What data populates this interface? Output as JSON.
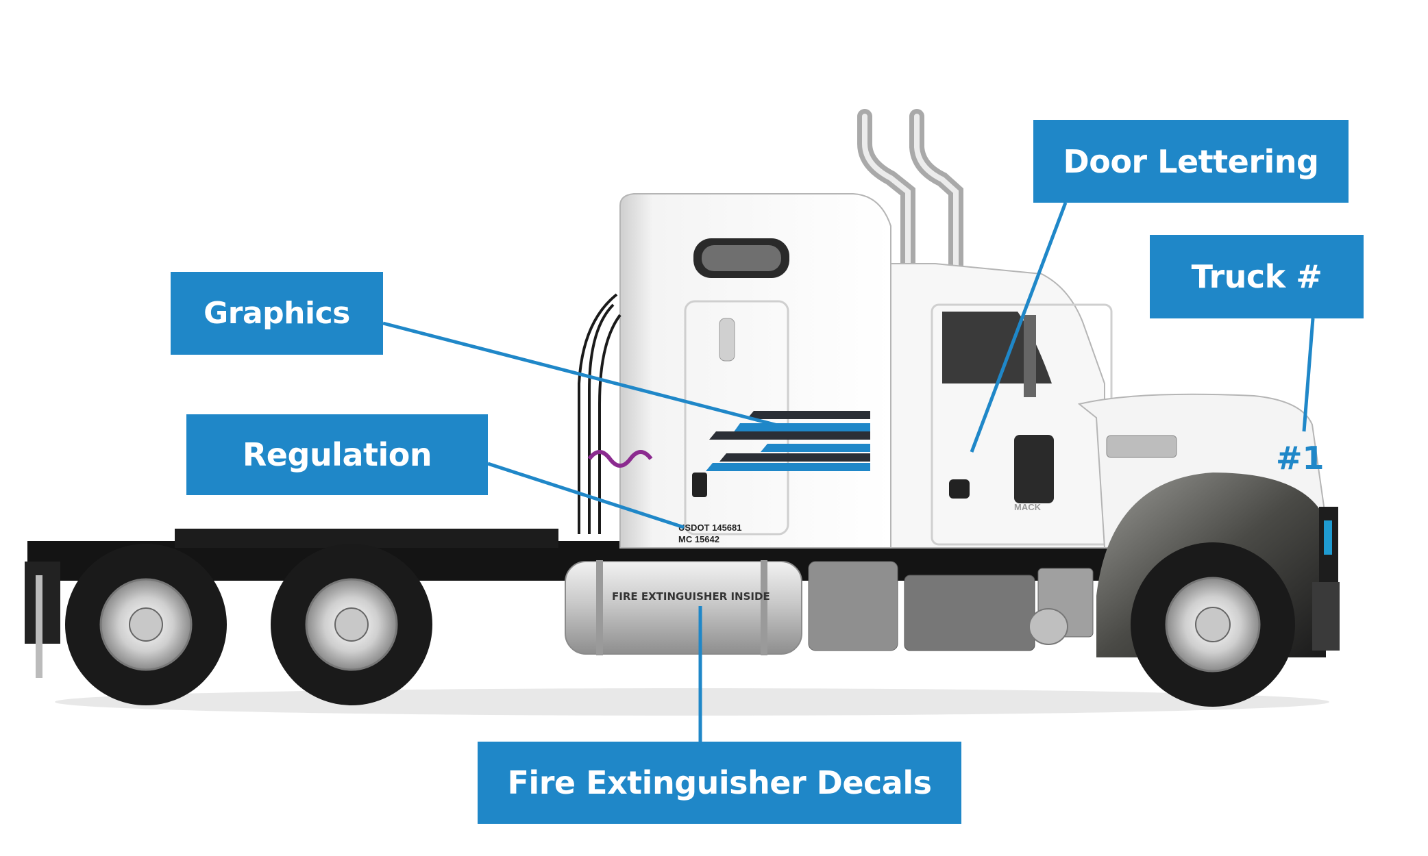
{
  "callouts": {
    "graphics": "Graphics",
    "regulation": "Regulation",
    "door_lettering": "Door Lettering",
    "truck_number": "Truck #",
    "fire_extinguisher_decals": "Fire Extinguisher Decals"
  },
  "decals": {
    "usdot": "USDOT 145681",
    "mc": "MC 15642",
    "fire_extinguisher": "FIRE EXTINGUISHER INSIDE",
    "truck_number": "#1",
    "brand": "MACK"
  },
  "colors": {
    "callout": "#1f87c8",
    "leader": "#1f87c8",
    "stripe_blue": "#1f87c8",
    "stripe_dark": "#2b2f36"
  }
}
